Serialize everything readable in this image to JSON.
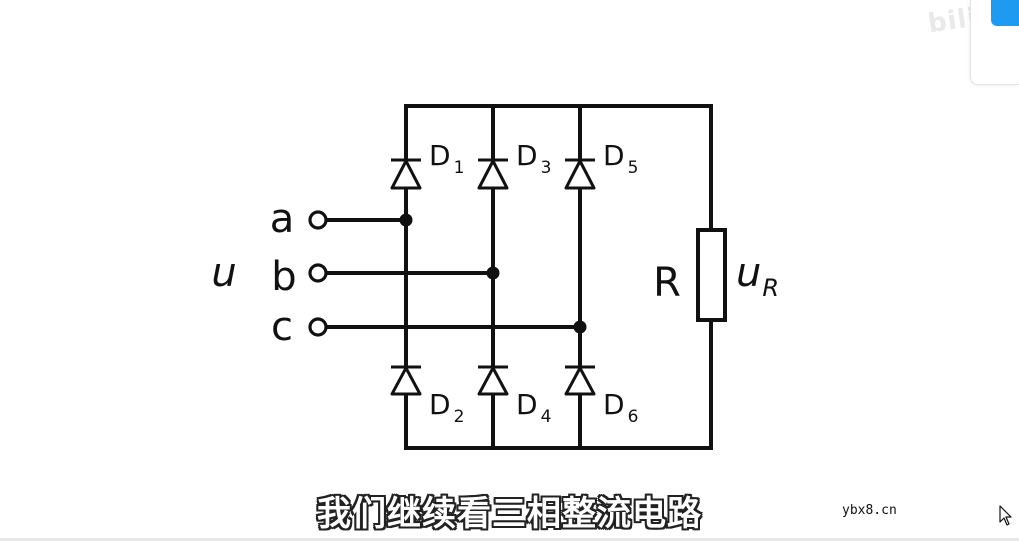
{
  "watermark": {
    "logo_text": "bili"
  },
  "circuit": {
    "inputs": {
      "u_label": "u",
      "a": "a",
      "b": "b",
      "c": "c"
    },
    "diodes": {
      "d1": {
        "main": "D",
        "sub": "1"
      },
      "d3": {
        "main": "D",
        "sub": "3"
      },
      "d5": {
        "main": "D",
        "sub": "5"
      },
      "d2": {
        "main": "D",
        "sub": "2"
      },
      "d4": {
        "main": "D",
        "sub": "4"
      },
      "d6": {
        "main": "D",
        "sub": "6"
      }
    },
    "load": {
      "resistor_label": "R",
      "voltage_main": "u",
      "voltage_sub": "R"
    }
  },
  "subtitle": "我们继续看三相整流电路",
  "site_watermark": "ybx8.cn",
  "icons": {
    "cursor": "mouse-pointer-icon",
    "corner_button": "blue-corner-button"
  },
  "colors": {
    "corner_button": "#1e9bf0",
    "ink": "#111111"
  }
}
